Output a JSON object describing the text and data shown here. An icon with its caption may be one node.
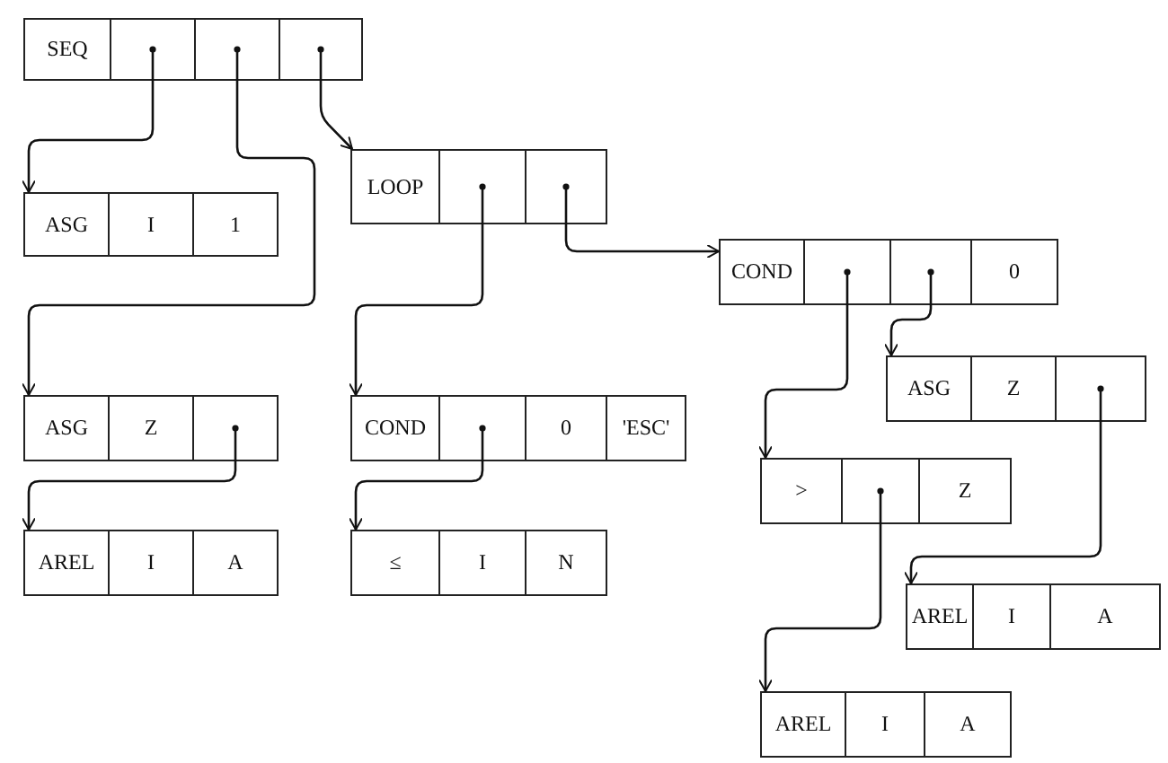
{
  "diagram": {
    "nodes": [
      {
        "text": [
          "SEQ"
        ]
      },
      {
        "text": [],
        "shape": "box"
      },
      {
        "text": [],
        "shape": "box"
      },
      {
        "text": [],
        "shape": "box"
      },
      {
        "text": [
          "LOOP"
        ]
      },
      {
        "text": [],
        "shape": "box"
      },
      {
        "text": [],
        "shape": "box"
      },
      {
        "text": [
          "ASG"
        ]
      },
      {
        "text": [
          "I"
        ]
      },
      {
        "text": [
          "1"
        ]
      },
      {
        "text": [
          "COND"
        ]
      },
      {
        "text": [],
        "shape": "box"
      },
      {
        "text": [],
        "shape": "box"
      },
      {
        "text": [
          "0"
        ]
      },
      {
        "text": [
          "ASG"
        ]
      },
      {
        "text": [
          "Z"
        ]
      },
      {
        "text": [],
        "shape": "box"
      },
      {
        "text": [
          "ASG"
        ]
      },
      {
        "text": [
          "Z"
        ]
      },
      {
        "text": [],
        "shape": "box"
      },
      {
        "text": [
          "COND"
        ]
      },
      {
        "text": [],
        "shape": "box"
      },
      {
        "text": [
          "0"
        ]
      },
      {
        "text": [
          "'ESC'"
        ]
      },
      {
        "text": [
          ">"
        ]
      },
      {
        "text": [],
        "shape": "box"
      },
      {
        "text": [
          "Z"
        ]
      },
      {
        "text": [
          "AREL"
        ]
      },
      {
        "text": [
          "I"
        ]
      },
      {
        "text": [
          "A"
        ]
      },
      {
        "text": [
          "≤"
        ]
      },
      {
        "text": [
          "I"
        ]
      },
      {
        "text": [
          "N"
        ]
      },
      {
        "text": [
          "AREL"
        ]
      },
      {
        "text": [
          "I"
        ]
      },
      {
        "text": [
          "A"
        ]
      },
      {
        "text": [
          "AREL"
        ]
      },
      {
        "text": [
          "I"
        ]
      },
      {
        "text": [
          "A"
        ]
      }
    ],
    "edges": [
      {
        "from": 1,
        "to": 7,
        "arrow": "to"
      },
      {
        "from": 2,
        "to": 17,
        "arrow": "to"
      },
      {
        "from": 3,
        "to": 4,
        "arrow": "to"
      },
      {
        "from": 5,
        "to": 20,
        "arrow": "to"
      },
      {
        "from": 6,
        "to": 10,
        "arrow": "to"
      },
      {
        "from": 11,
        "to": 24,
        "arrow": "to"
      },
      {
        "from": 12,
        "to": 14,
        "arrow": "to"
      },
      {
        "from": 19,
        "to": 27,
        "arrow": "to"
      },
      {
        "from": 21,
        "to": 30,
        "arrow": "to"
      },
      {
        "from": 16,
        "to": 33,
        "arrow": "to"
      },
      {
        "from": 25,
        "to": 36,
        "arrow": "to"
      }
    ]
  }
}
